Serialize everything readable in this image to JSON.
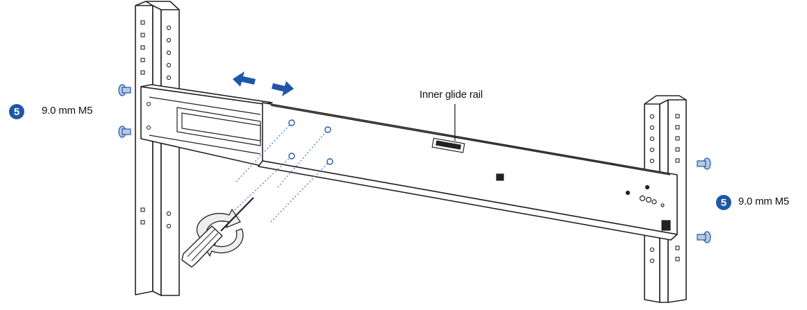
{
  "callout": {
    "text": "Inner glide rail"
  },
  "screw_left": {
    "step": "5",
    "spec": "9.0 mm M5"
  },
  "screw_right": {
    "step": "5",
    "spec": "9.0 mm M5"
  },
  "colors": {
    "accent": "#1f57a8",
    "line": "#222222",
    "dotted": "#3a6fb8"
  },
  "icons": [
    "direction-arrow-left-icon",
    "direction-arrow-right-icon",
    "rotate-arrow-icon",
    "screwdriver-icon",
    "screw-icon"
  ]
}
